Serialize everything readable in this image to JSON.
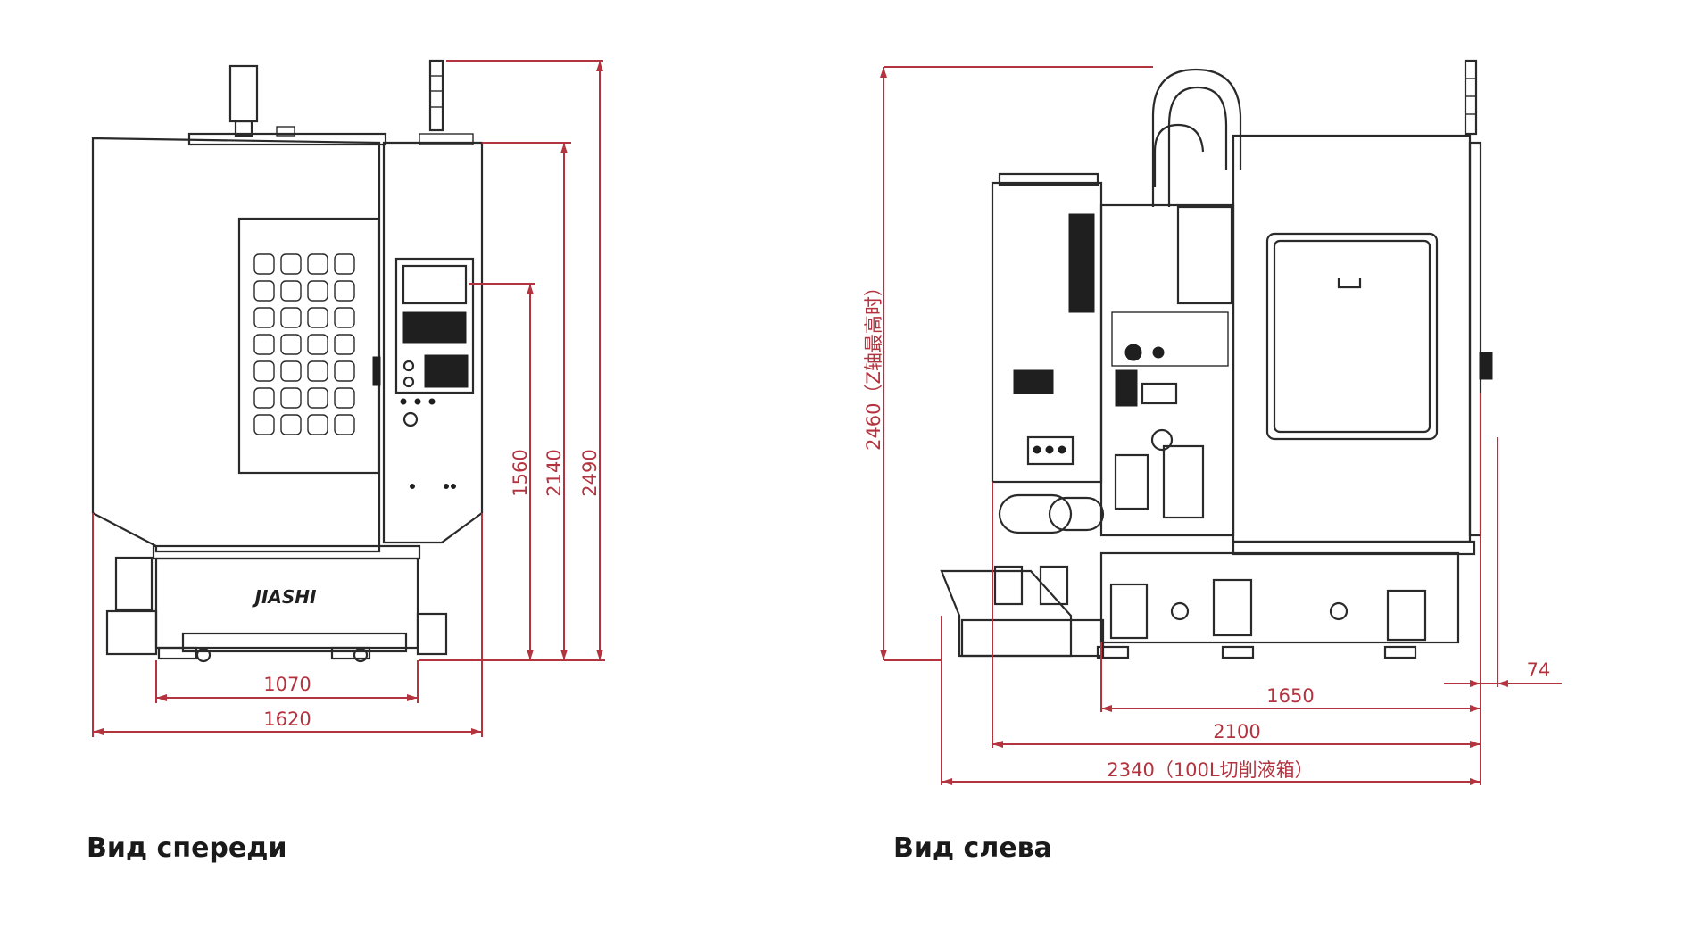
{
  "front_view": {
    "caption": "Вид спереди",
    "logo": "JIASHI",
    "dims": {
      "base_width": "1070",
      "overall_width": "1620",
      "panel_height": "1560",
      "cabinet_height": "2140",
      "overall_height": "2490"
    }
  },
  "side_view": {
    "caption": "Вид слева",
    "dims": {
      "overall_height": "2460（Z轴最高时）",
      "offset": "74",
      "base_length": "1650",
      "body_length": "2100",
      "overall_length": "2340（100L切削液箱）"
    }
  },
  "colors": {
    "dimension": "#b3333f",
    "line": "#2a2a2a",
    "caption": "#1a1a1a"
  }
}
